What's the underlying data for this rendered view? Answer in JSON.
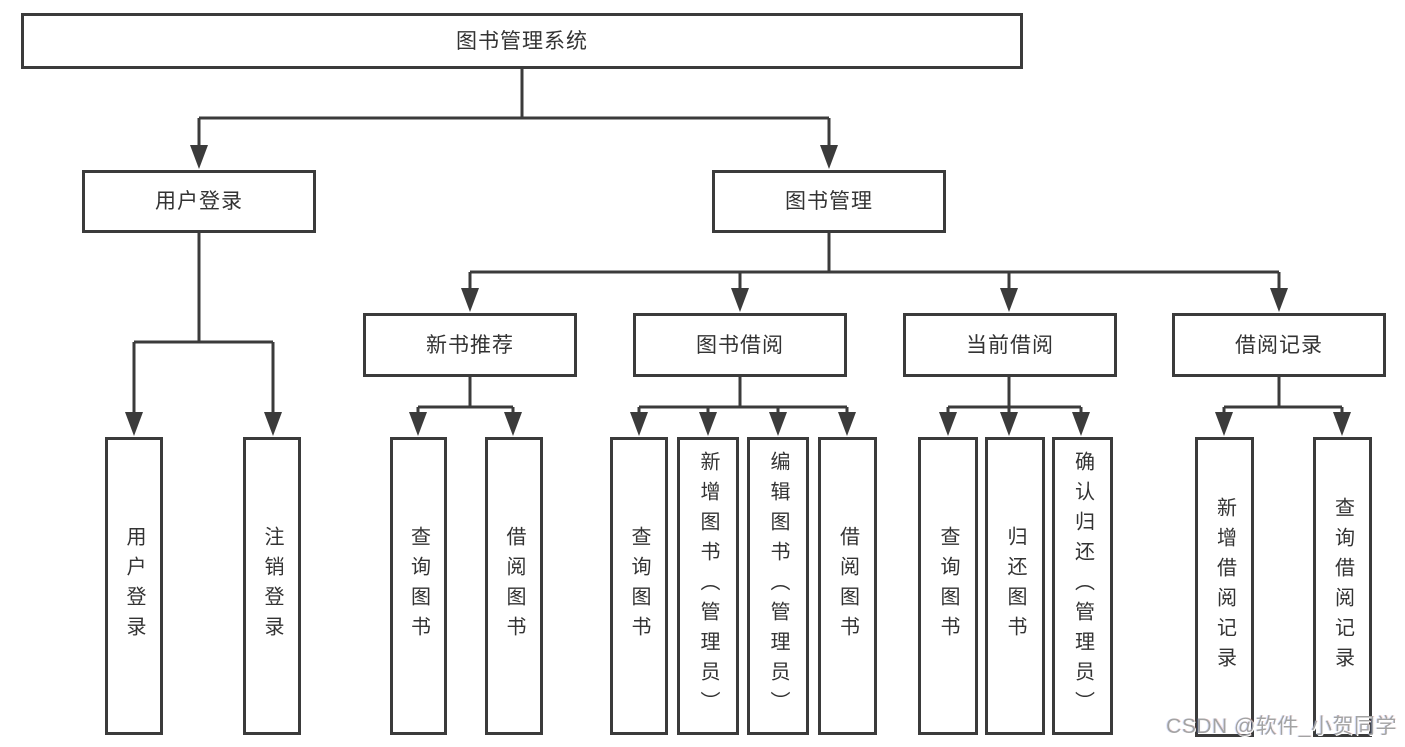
{
  "diagram_type": "hierarchy-chart",
  "colors": {
    "line": "#3b3b3b",
    "box_border": "#3b3b3b",
    "box_bg": "#ffffff",
    "text": "#333333",
    "watermark": "#a3a3a3",
    "background": "#ffffff"
  },
  "tree": {
    "root": {
      "label": "图书管理系统"
    },
    "branches": [
      {
        "label": "用户登录",
        "children": [
          {
            "label": "用户登录"
          },
          {
            "label": "注销登录"
          }
        ]
      },
      {
        "label": "图书管理",
        "children": [
          {
            "label": "新书推荐",
            "children": [
              {
                "label": "查询图书"
              },
              {
                "label": "借阅图书"
              }
            ]
          },
          {
            "label": "图书借阅",
            "children": [
              {
                "label": "查询图书"
              },
              {
                "label": "新增图书（管理员）"
              },
              {
                "label": "编辑图书（管理员）"
              },
              {
                "label": "借阅图书"
              }
            ]
          },
          {
            "label": "当前借阅",
            "children": [
              {
                "label": "查询图书"
              },
              {
                "label": "归还图书"
              },
              {
                "label": "确认归还（管理员）"
              }
            ]
          },
          {
            "label": "借阅记录",
            "children": [
              {
                "label": "新增借阅记录"
              },
              {
                "label": "查询借阅记录"
              }
            ]
          }
        ]
      }
    ]
  },
  "watermark": {
    "text": "CSDN @软件_小贺同学"
  }
}
